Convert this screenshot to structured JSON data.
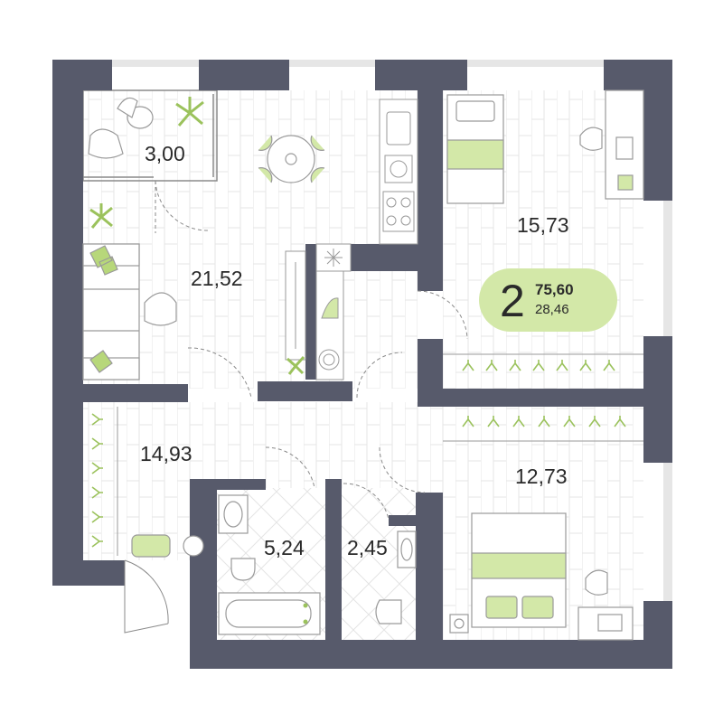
{
  "colors": {
    "wall": "#575a6b",
    "floor_line": "#e4e4e4",
    "accent": "#d3e8a8",
    "accent_dark": "#9bc25c",
    "furniture_line": "#9a9a9a"
  },
  "rooms": [
    {
      "id": "balcony",
      "area": "3,00"
    },
    {
      "id": "kitchen-living",
      "area": "21,52"
    },
    {
      "id": "bedroom-1",
      "area": "15,73"
    },
    {
      "id": "hall",
      "area": "14,93"
    },
    {
      "id": "bathroom",
      "area": "5,24"
    },
    {
      "id": "toilet",
      "area": "2,45"
    },
    {
      "id": "bedroom-2",
      "area": "12,73"
    }
  ],
  "badge": {
    "rooms": "2",
    "total_area": "75,60",
    "living_area": "28,46"
  }
}
